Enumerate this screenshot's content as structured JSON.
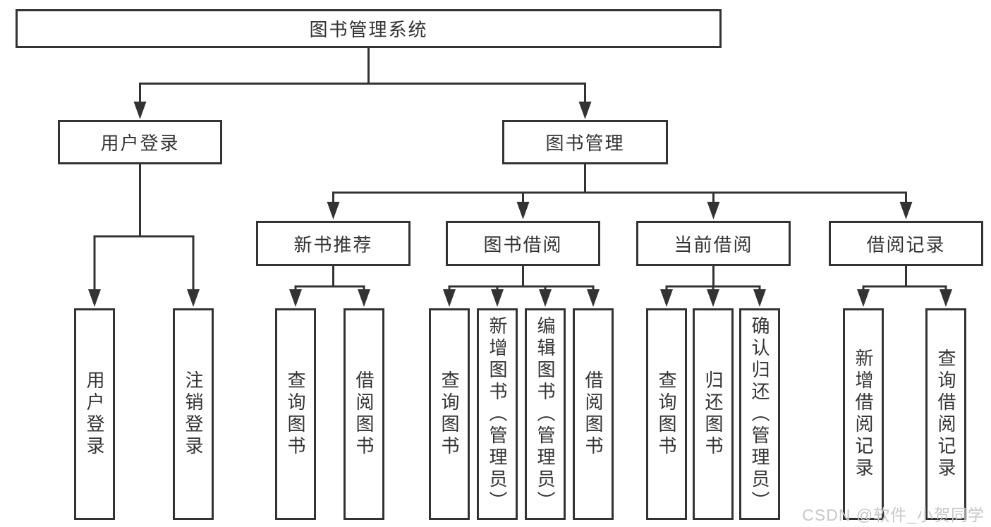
{
  "tree": {
    "root": "图书管理系统",
    "branches": [
      {
        "label": "用户登录",
        "children": [
          "用户登录",
          "注销登录"
        ]
      },
      {
        "label": "图书管理",
        "sections": [
          {
            "label": "新书推荐",
            "children": [
              "查询图书",
              "借阅图书"
            ]
          },
          {
            "label": "图书借阅",
            "children": [
              "查询图书",
              "新增图书（管理员）",
              "编辑图书（管理员）",
              "借阅图书"
            ]
          },
          {
            "label": "当前借阅",
            "children": [
              "查询图书",
              "归还图书",
              "确认归还（管理员）"
            ]
          },
          {
            "label": "借阅记录",
            "children": [
              "新增借阅记录",
              "查询借阅记录"
            ]
          }
        ]
      }
    ]
  },
  "watermark": "CSDN @软件_小贺同学",
  "colors": {
    "line": "#333333",
    "text": "#333333",
    "background": "#ffffff",
    "watermark": "#c8c8c8"
  }
}
